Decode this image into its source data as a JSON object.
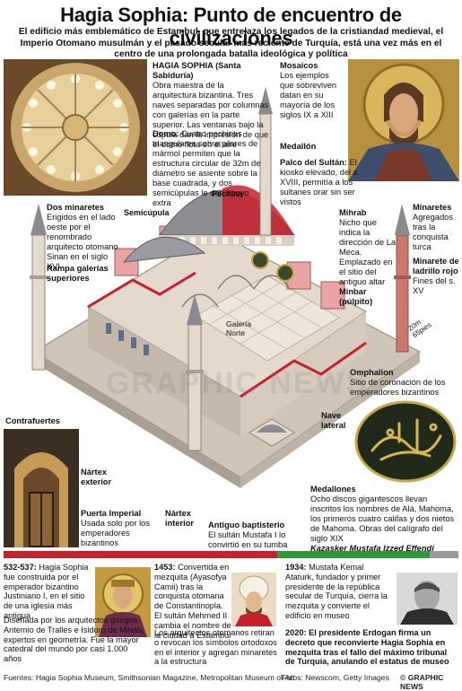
{
  "title": "Hagia Sophia: Punto de encuentro de civilizaciones",
  "intro": "El edificio más emblemático de Estambul, que entrelaza los legados de la cristiandad medieval, el Imperio Otomano musulmán y el pasado secular más reciente de Turquía, está una vez más en el centro de una prolongada batalla ideológica y política",
  "hagia": {
    "heading": "HAGIA SOPHIA (Santa Sabiduría)",
    "body": "Obra maestra de la arquitectura bizantina. Tres naves separadas por columnas con galerías en la parte superior. Las ventanas bajo la cúpula dan la impresión de que el domo flota en el aire"
  },
  "domo": {
    "heading": "Domo:",
    "body": "Cuatro pechinas triangulares sobre pilares de mármol permiten que la estructura circular de 32m de diámetro se asiente sobre la base cuadrada, y dos semicúpulas le dan apoyo extra"
  },
  "mosaicos": {
    "heading": "Mosaicos",
    "body": "Los ejemplos que sobreviven datan en su mayoría de los siglos IX a XIII"
  },
  "medallon": {
    "heading": "Medallón"
  },
  "palco": {
    "heading": "Palco del Sultán:",
    "body": "El kiosko elevado, del s. XVIII, permitía a los sultanes orar sin ser vistos"
  },
  "pechina": "Pechina",
  "semicupula": "Semicúpula",
  "dos_minaretes": {
    "heading": "Dos minaretes",
    "body": "Erigidos en el lado oeste por el renombrado arquitecto otomano Sinan en el siglo XVI"
  },
  "rampa": {
    "heading": "Rampa galerías superiores"
  },
  "mihrab": {
    "heading": "Mihrab",
    "body": "Nicho que indica la dirección de La Meca. Emplazado en el sitio del antiguo altar"
  },
  "minbar": {
    "heading": "Minbar (púlpito)"
  },
  "minaretes": {
    "heading": "Minaretes",
    "body": "Agregados tras la conquista turca"
  },
  "minarete_ladrillo": {
    "heading": "Minarete de ladrillo rojo",
    "body": "Fines del s. XV"
  },
  "galeria": "Galería Norte",
  "scale": {
    "m": "20m",
    "ft": "65pies"
  },
  "omphalion": {
    "heading": "Omphalion",
    "body": "Sitio de coronación de los emperadores bizantinos"
  },
  "nave": {
    "heading": "Nave lateral"
  },
  "contrafuertes": {
    "heading": "Contrafuertes"
  },
  "narthex_ext": {
    "heading": "Nártex exterior"
  },
  "puerta": {
    "heading": "Puerta Imperial",
    "body": "Usada solo por los emperadores bizantinos"
  },
  "narthex_int": {
    "heading": "Nártex interior"
  },
  "baptisterio": {
    "heading": "Antiguo baptisterio",
    "body": "El sultán Mustafa I lo convirtió en su tumba"
  },
  "medallones": {
    "heading": "Medallones",
    "body": "Ocho discos gigantescos llevan inscritos los nombres de Alá, Mahoma, los primeros cuatro califas y dos nietos de Mahoma. Obras del calígrafo del siglo XIX",
    "author": "Kazasker Mustafa Izzed Effendi"
  },
  "watermark": "GRAPHIC NEWS",
  "timeline": {
    "t1": {
      "date": "532-537:",
      "text": "Hagia Sophia fue construida por el emperador bizantino Justiniano I, en el sitio de una iglesia más antigua",
      "text2": "Diseñada por los arquitectos griegos Antemio de Tralles e Isidoro de Mileto, expertos en geometría. Fue la mayor catedral del mundo por casi 1.000 años"
    },
    "t2": {
      "date": "1453:",
      "text": "Convertida en mezquita (Ayasofya Camii) tras la conquista otomana de Constantinopla. El sultán Mehmed II cambia el nombre de la ciudad a Estambul",
      "text2": "Los arquitectos otomanos retiran o revocan los símbolos ortodoxos en el interior y agregan minaretes a la estructura"
    },
    "t3": {
      "date": "1934:",
      "text": "Mustafa Kemal Ataturk, fundador y primer presidente de la república secular de Turquía, cierra la mezquita y convierte el edificio en museo",
      "date2": "2020:",
      "text2": "El presidente Erdogan firma un decreto que reconvierte Hagia Sophia en mezquita tras el fallo del máximo tribunal de Turquía, anulando el estatus de museo"
    }
  },
  "footer": {
    "left": "Fuentes: Hagia Sophia Museum, Smithsonian Magazine, Metropolitan Museum of Art",
    "right": "Fotos: Newscom, Getty Images",
    "brand": "© GRAPHIC NEWS"
  },
  "colors": {
    "red": "#c8202b",
    "green": "#2f9a3a",
    "stone": "#d8cfc2",
    "roof": "#8a8a8f"
  }
}
